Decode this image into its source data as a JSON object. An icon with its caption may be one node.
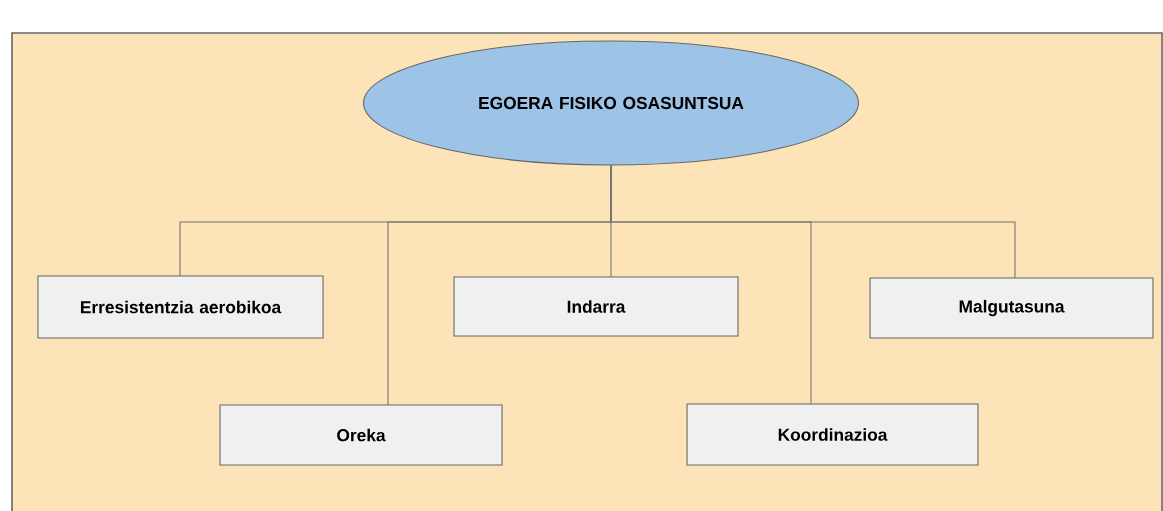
{
  "diagram": {
    "nodes": [
      {
        "text": [
          "EGOERA FISIKO OSASUNTSUA"
        ]
      },
      {
        "text": [
          "Erresistentzia aerobikoa"
        ]
      },
      {
        "text": [
          "Oreka"
        ]
      },
      {
        "text": [
          "Indarra"
        ]
      },
      {
        "text": [
          "Koordinazioa"
        ]
      },
      {
        "text": [
          "Malgutasuna"
        ]
      }
    ],
    "edges": [
      {
        "from": 0,
        "to": 1,
        "arrow": "none"
      },
      {
        "from": 0,
        "to": 2,
        "arrow": "none"
      },
      {
        "from": 0,
        "to": 3,
        "arrow": "none"
      },
      {
        "from": 0,
        "to": 4,
        "arrow": "none"
      },
      {
        "from": 0,
        "to": 5,
        "arrow": "none"
      }
    ]
  }
}
